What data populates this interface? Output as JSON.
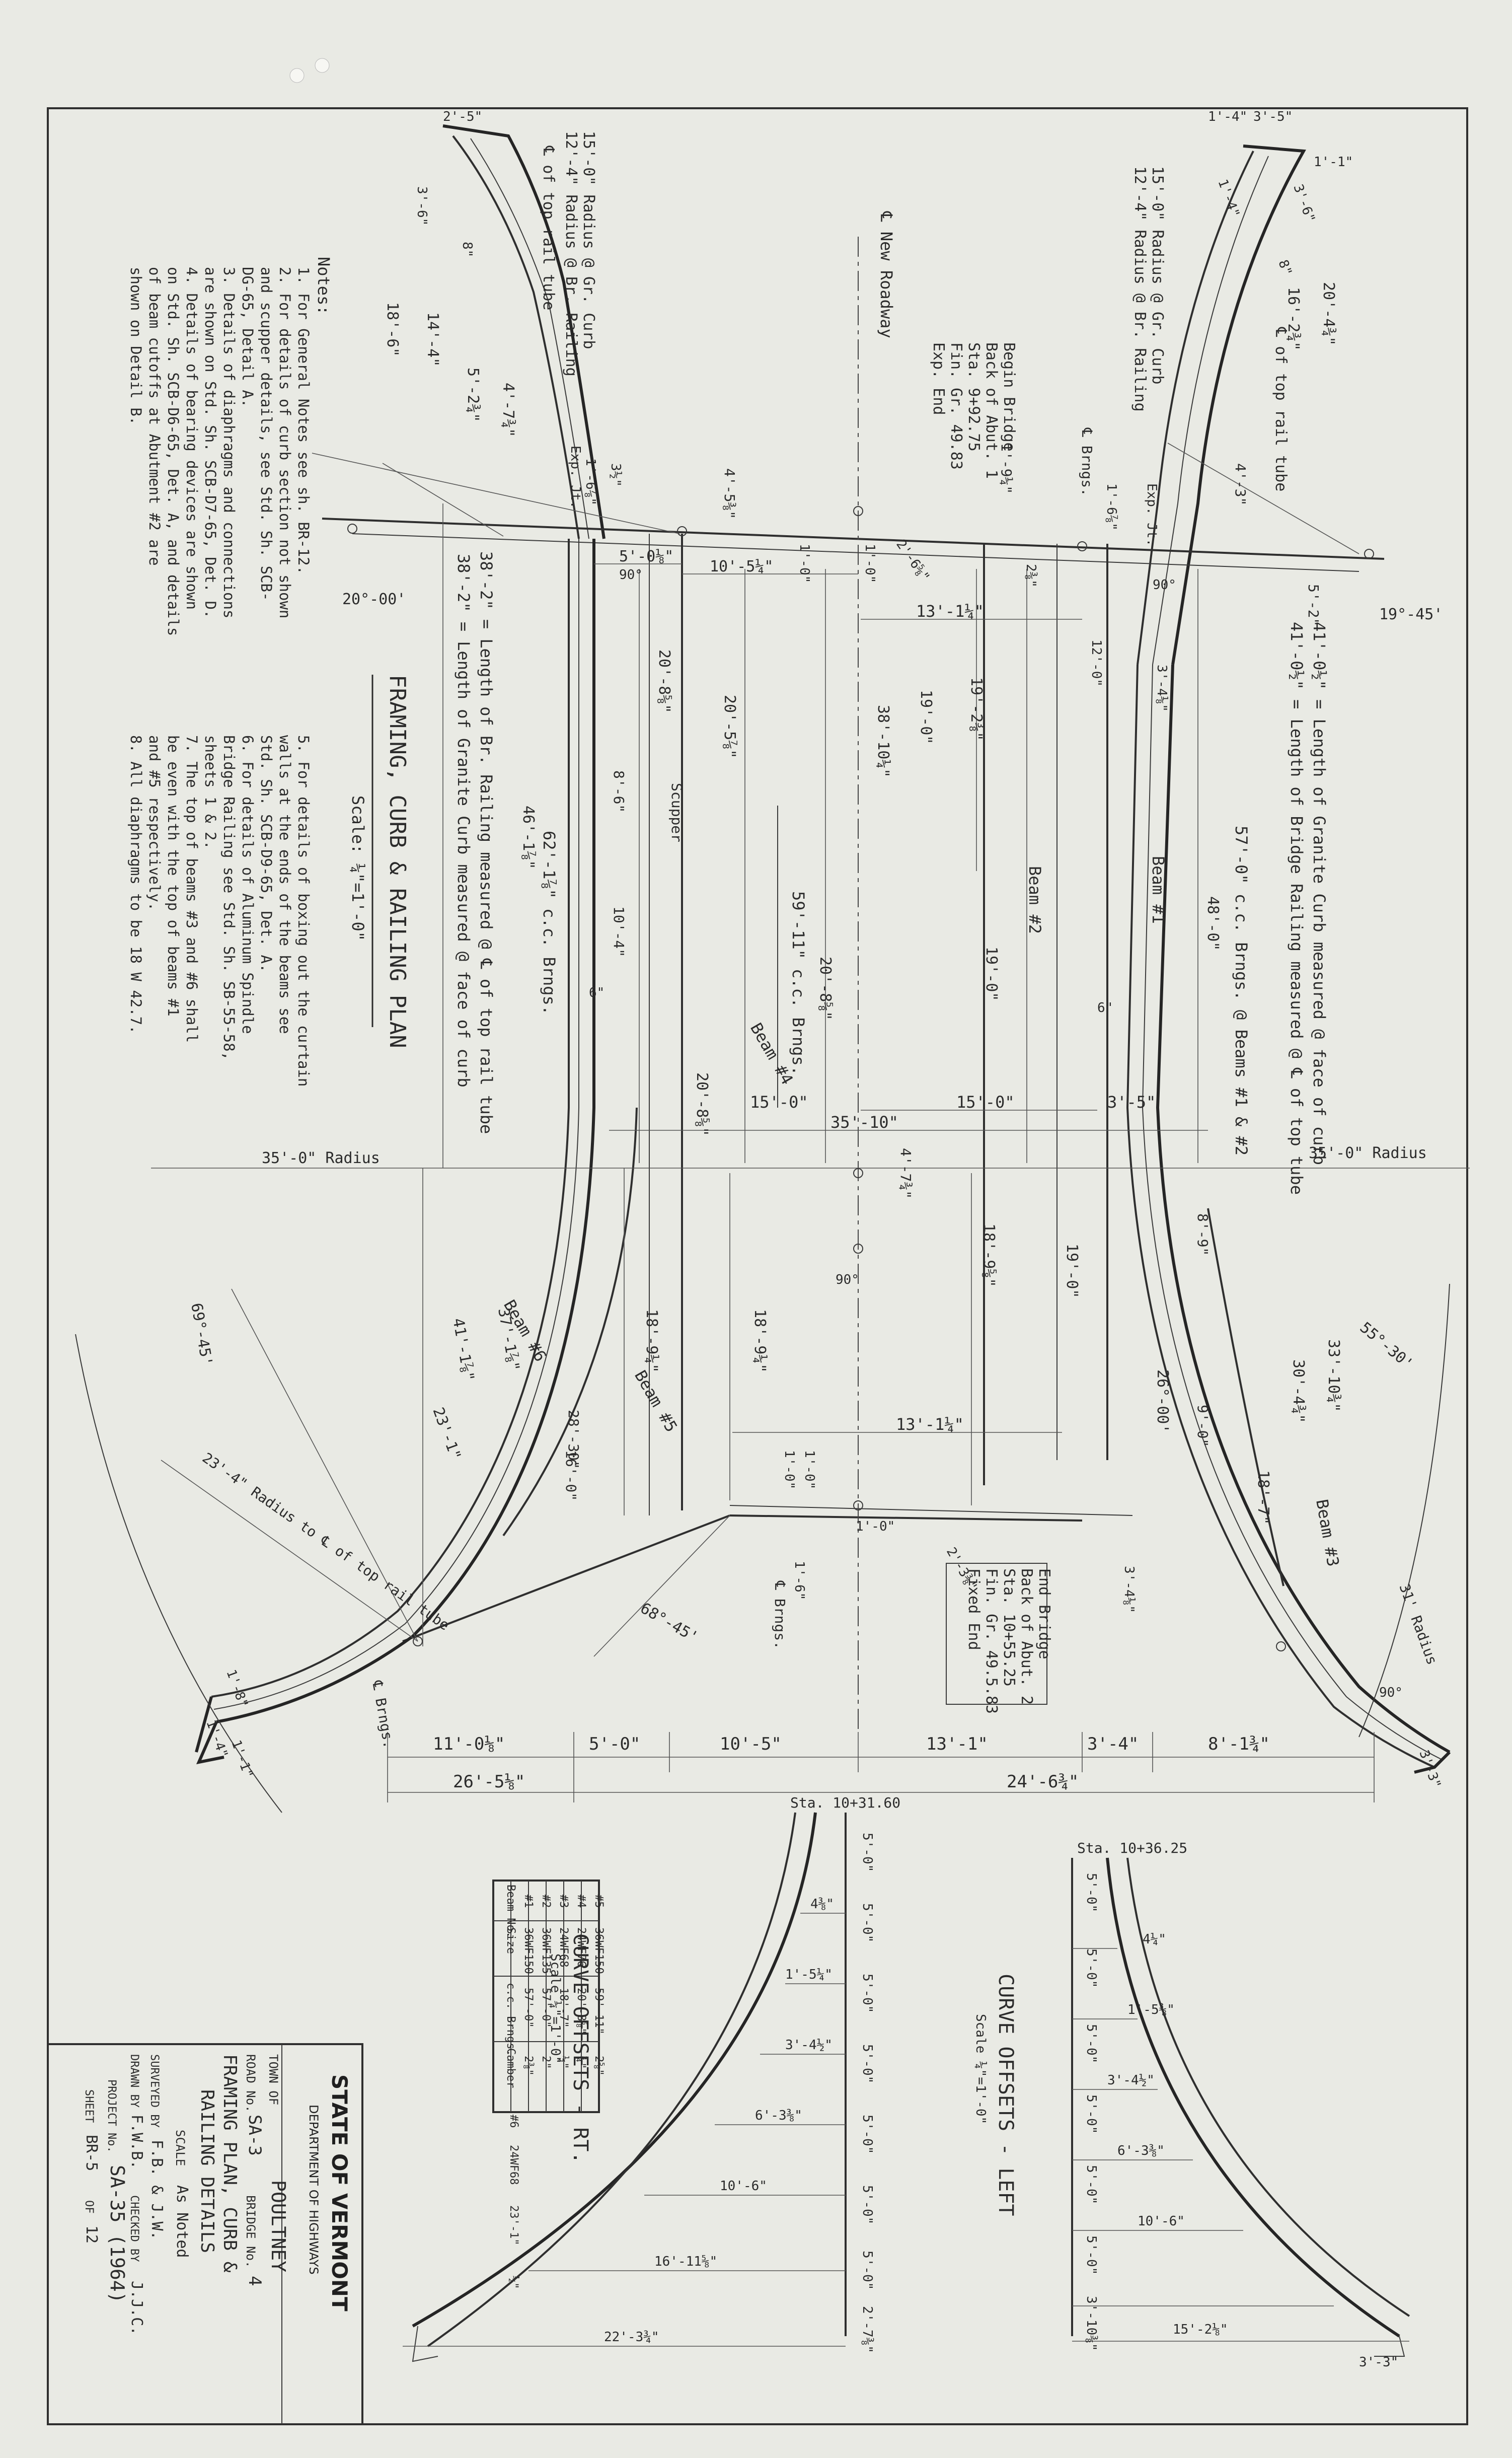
{
  "plan": {
    "title": "FRAMING, CURB & RAILING PLAN",
    "scale": "Scale: ¼\"=1'-0\"",
    "new_roadway": "℄ New Roadway",
    "begin_bridge": [
      "Begin Bridge",
      "Back of Abut. 1",
      "Sta. 9+92.75",
      "Fin. Gr. 49.83",
      "Exp. End"
    ],
    "end_bridge": [
      "End Bridge",
      "Back of Abut. 2",
      "Sta. 10+55.25",
      "Fin. Gr. 49.5.83",
      "Fixed End"
    ],
    "left_radius_labels": [
      "15'-0\" Radius @ Gr. Curb",
      "12'-4\" Radius @ Br. Railing",
      "℄ of top rail tube"
    ],
    "right_radius_labels": [
      "15'-0\" Radius @ Gr. Curb",
      "12'-4\" Radius @ Br. Railing",
      "℄ of top rail tube"
    ],
    "long_labels": [
      "38'-2\" = Length of Br. Railing measured @ ℄ of top rail tube",
      "38'-2\" = Length of Granite Curb measured @ face of curb",
      "41'-0½\" = Length of Granite Curb measured @ face of curb",
      "41'-0½\" = Length of Bridge Railing measured @ ℄ of top tube",
      "57'-0\" c.c. Brngs. @ Beams #1 & #2",
      "59'-11\" c.c. Brngs.",
      "62'-1⅞\" c.c. Brngs."
    ],
    "radius_labels": [
      "35'-0\" Radius",
      "35'-0\" Radius",
      "23'-4\" Radius to ℄ of top rail tube",
      "31' Radius"
    ],
    "beams": [
      "Beam #1",
      "Beam #2",
      "Beam #3",
      "Beam #4",
      "Beam #5",
      "Beam #6"
    ],
    "misc": [
      "Scupper",
      "℄ Brngs.",
      "℄ Brngs.",
      "℄ Brngs.",
      "Exp. Jt.",
      "Exp. Jt."
    ],
    "dims_vertical": [
      "48'-0\"",
      "38'-10¼\"",
      "46'-1⅞\"",
      "20'-8⅝\"",
      "20'-8⅝\"",
      "20'-5⅞\"",
      "20'-8⅝\"",
      "19'-2⅜\"",
      "19'-0\"",
      "19'-0\"",
      "19'-0\"",
      "18'-9⅝\"",
      "18'-9¼\"",
      "18'-9¼\"",
      "28'-30\"",
      "16'-0\"",
      "10'-4\"",
      "8'-6\"",
      "8'-9\"",
      "9'-0\"",
      "4'-7¾\"",
      "37'-1⅞\"",
      "41'-1⅞\"",
      "23'-1\"",
      "30'-4¾\"",
      "33'-10¾\"",
      "18'-7\"",
      "16'-2¾\"",
      "20'-4¾\"",
      "18'-6\"",
      "14'-4\"",
      "5'-2¾\"",
      "4'-7¾\""
    ],
    "dims_horizontal": [
      "35'-10\"",
      "15'-0\"",
      "15'-0\"",
      "3'-5\"",
      "13'-1¼\"",
      "13'-1¼\"",
      "10'-5¼\"",
      "5'-0⅛\"",
      "4'-5⅜\"",
      "1'-9¼\"",
      "1'-0\"",
      "1'-0\"",
      "1'-0\"",
      "1'-0\"",
      "2'-6⅝\"",
      "2'-3⅜\"",
      "2⅜\"",
      "3½\"",
      "1'-6⅞\"",
      "1'-6⅞\"",
      "12'-0\"",
      "3'-4⅛\"",
      "3'-4⅛\"",
      "1'-6\"",
      "6\"",
      "6\"",
      "4'-3\"",
      "5'-2\""
    ],
    "angles": [
      "20°-00'",
      "19°-45'",
      "26°-00'",
      "55°-30'",
      "69°-45'",
      "68°-45'",
      "90°",
      "90°",
      "90°",
      "90°"
    ],
    "bottom_dims": [
      "11'-0⅛\"",
      "5'-0\"",
      "10'-5\"",
      "13'-1\"",
      "3'-4\"",
      "8'-1¾\"",
      "26'-5⅛\"",
      "24'-6¾\""
    ],
    "corner_dims": [
      "2'-5\"",
      "3'-6\"",
      "8\"",
      "1'-4\"",
      "3'-5\"",
      "1'-1\"",
      "1'-4\"",
      "3'-6\"",
      "8\"",
      "1'-8\"",
      "1'-4\"",
      "3'-3\"",
      "1'-0\"",
      "1'-1\""
    ]
  },
  "notes": {
    "heading": "Notes:",
    "items": [
      "1. For General Notes see sh. BR-12.",
      "2. For details of curb section not shown",
      "   and scupper details, see Std. Sh. SCB-",
      "   DG-65, Detail A.",
      "3. Details of diaphragms and connections",
      "   are shown on Std. Sh. SCB-D7-65, Det. D.",
      "4. Details of bearing devices are shown",
      "   on Std. Sh. SCB-D6-65, Det. A, and details",
      "   of beam cutoffs at Abutment #2 are",
      "   shown on Detail B.",
      "5. For details of boxing out the curtain",
      "   walls at the ends of the beams see",
      "   Std. Sh. SCB-D9-65, Det. A.",
      "6. For details of Aluminum Spindle",
      "   Bridge Railing see Std. Sh. SB-55-58,",
      "   sheets 1 & 2.",
      "7. The top of beams #3 and #6 shall",
      "   be even with the top of beams #1",
      "   and #5 respectively.",
      "8. All diaphragms to be 18 W 42.7."
    ]
  },
  "beam_table": {
    "headers": [
      "Beam No.",
      "Size",
      "c.c. Brngs.",
      "Camber"
    ],
    "rows": [
      [
        "#1",
        "36WF150",
        "57'-0\"",
        "2⅜\""
      ],
      [
        "#2",
        "36WF135",
        "57'-0\"",
        "2\""
      ],
      [
        "#3",
        "24WF68",
        "18'-7\"",
        "½\""
      ],
      [
        "#4",
        "24WF76",
        "20'-8⅝\"",
        "¾\""
      ],
      [
        "#5",
        "36WF150",
        "59'-11\"",
        "2⅝\""
      ],
      [
        "#6",
        "24WF68",
        "23'-1\"",
        "½\""
      ]
    ]
  },
  "curve_rt": {
    "title": "CURVE OFFSETS - RT.",
    "scale": "Scale ¼\"=1'-0\"",
    "station": "Sta. 10+31.60",
    "spacings": [
      "5'-0\"",
      "5'-0\"",
      "5'-0\"",
      "5'-0\"",
      "5'-0\"",
      "5'-0\"",
      "5'-0\"",
      "2'-7⅜\""
    ],
    "offsets": [
      "4⅜\"",
      "1'-5¼\"",
      "3'-4½\"",
      "6'-3⅜\"",
      "10'-6\"",
      "16'-11⅝\"",
      "22'-3¾\""
    ]
  },
  "curve_left": {
    "title": "CURVE OFFSETS - LEFT",
    "scale": "Scale ¼\"=1'-0\"",
    "station": "Sta. 10+36.25",
    "spacings": [
      "5'-0\"",
      "5'-0\"",
      "5'-0\"",
      "5'-0\"",
      "5'-0\"",
      "5'-0\"",
      "3'-10⅜\""
    ],
    "offsets": [
      "4¼\"",
      "1'-5⅜\"",
      "3'-4½\"",
      "6'-3⅜\"",
      "10'-6\"",
      "15'-2⅛\"",
      "3'-3\""
    ]
  },
  "title_block": {
    "state": "STATE OF VERMONT",
    "dept": "DEPARTMENT OF HIGHWAYS",
    "town_label": "TOWN OF",
    "town": "POULTNEY",
    "road_label": "ROAD No.",
    "road": "SA-3",
    "bridge_label": "BRIDGE No.",
    "bridge": "4",
    "drawing_title_1": "FRAMING PLAN, CURB &",
    "drawing_title_2": "RAILING DETAILS",
    "scale_label": "SCALE",
    "scale": "As Noted",
    "surveyed_label": "SURVEYED BY",
    "surveyed": "F.B. & J.W.",
    "drawn_label": "DRAWN BY",
    "drawn": "F.W.B.",
    "checked_label": "CHECKED BY",
    "checked": "J.J.C.",
    "project_label": "PROJECT No.",
    "project": "SA-35 (1964)",
    "sheet_label": "SHEET",
    "sheet": "BR-5",
    "of_label": "OF",
    "of": "12"
  }
}
